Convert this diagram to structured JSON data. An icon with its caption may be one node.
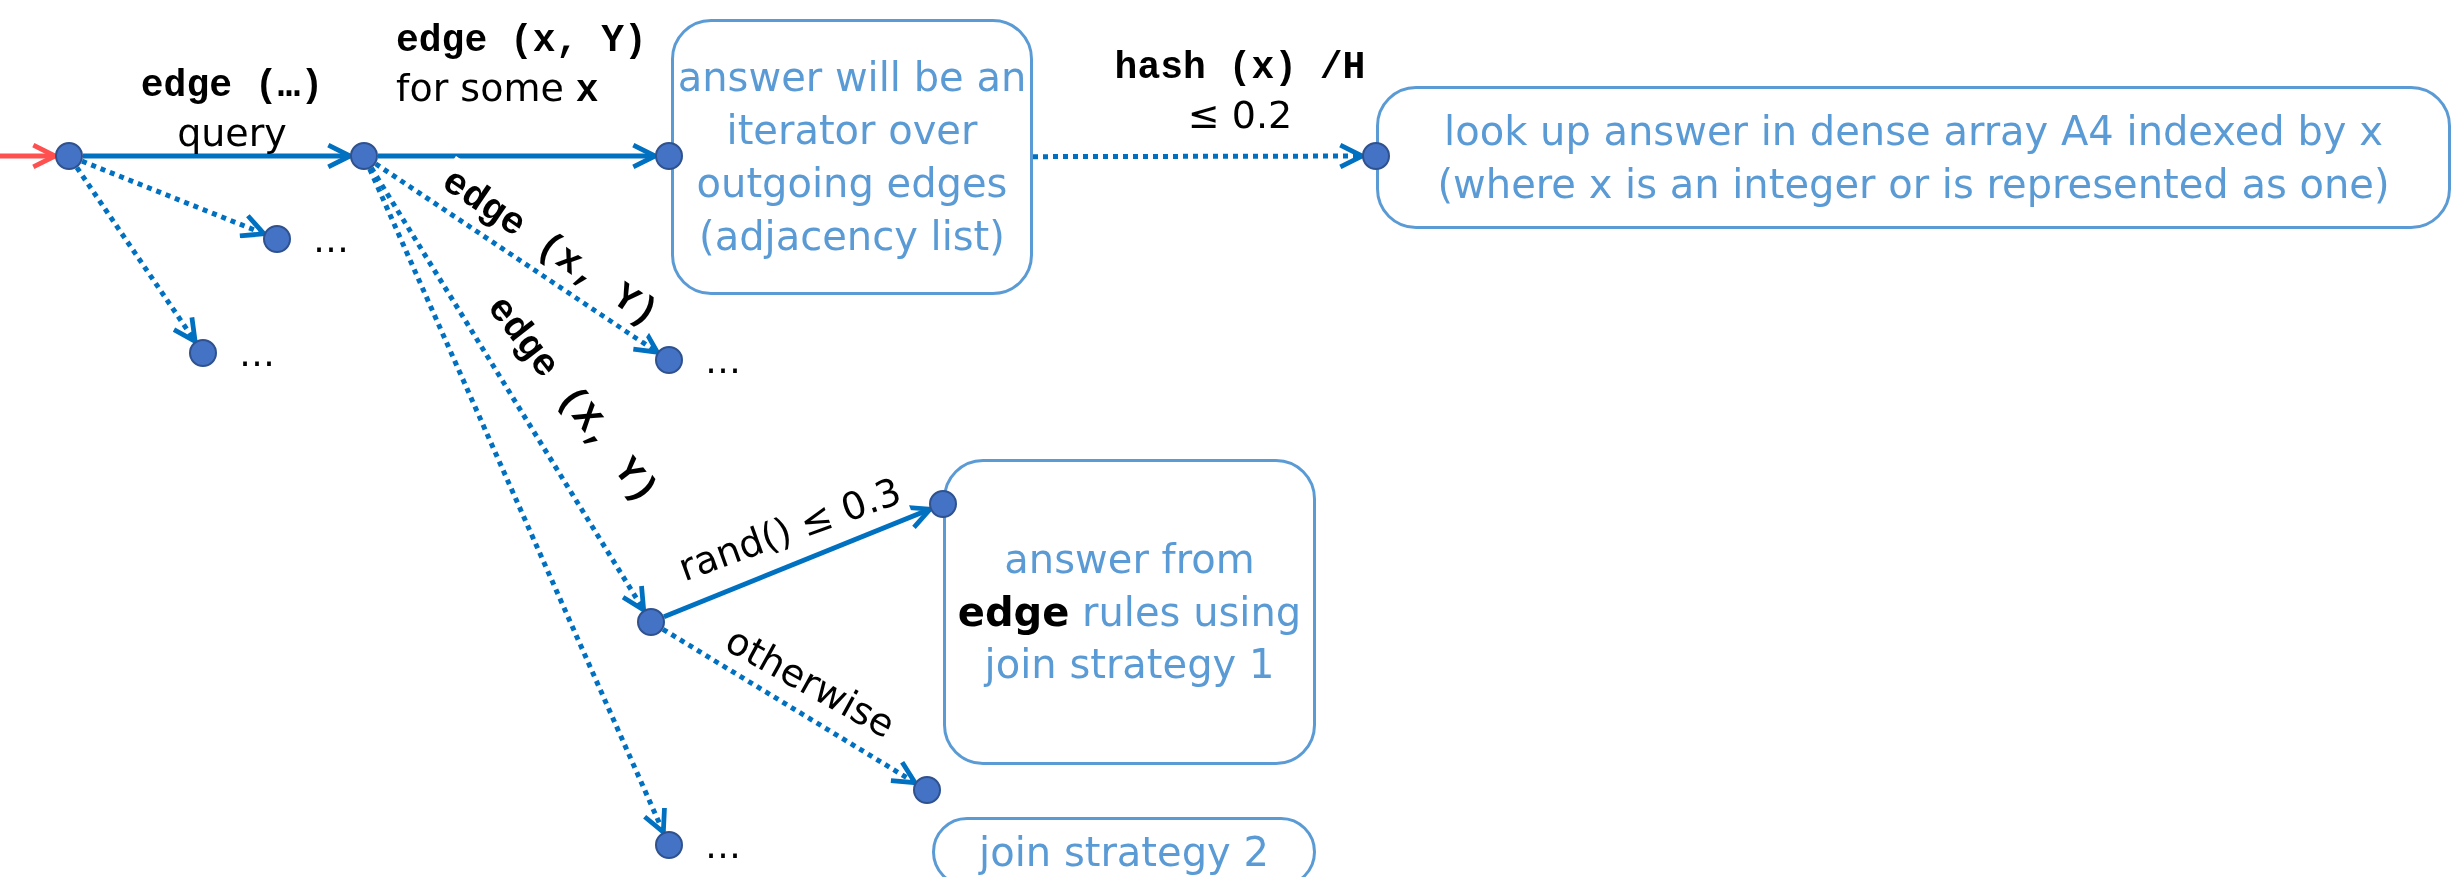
{
  "diagram": {
    "nodes": [
      {
        "text": [],
        "shape": "circle"
      },
      {
        "text": [],
        "shape": "circle"
      },
      {
        "text": [],
        "shape": "circle"
      },
      {
        "text": [
          "answer will be an iterator over outgoing edges (adjacency list)"
        ]
      },
      {
        "text": [],
        "shape": "circle"
      },
      {
        "text": [
          "look up answer in dense array A4 indexed by x (where x is an integer or is represented as one)"
        ]
      },
      {
        "text": [],
        "shape": "circle",
        "beside": [
          "…"
        ]
      },
      {
        "text": [],
        "shape": "circle",
        "beside": [
          "…"
        ]
      },
      {
        "text": [],
        "shape": "circle",
        "beside": [
          "…"
        ]
      },
      {
        "text": [],
        "shape": "circle"
      },
      {
        "text": [],
        "shape": "circle"
      },
      {
        "text": [
          "answer from **edge** rules using join strategy 1"
        ]
      },
      {
        "text": [],
        "shape": "circle"
      },
      {
        "text": [
          "join strategy 2"
        ]
      },
      {
        "text": [],
        "shape": "circle",
        "beside": [
          "…"
        ]
      }
    ],
    "edges": [
      {
        "from": null,
        "to": 0,
        "arrow": "to",
        "color": "#ff5050"
      },
      {
        "from": 0,
        "to": 1,
        "arrow": "to",
        "label": "**edge (…)** query"
      },
      {
        "from": 1,
        "to": 2,
        "arrow": "to",
        "label": "**edge (x, Y)** for some **x**"
      },
      {
        "from": 3,
        "to": 4,
        "arrow": "to",
        "style": "dashed",
        "label": "**hash (x) /H** ≤ 0.2"
      },
      {
        "from": 0,
        "to": 6,
        "arrow": "to",
        "style": "dashed"
      },
      {
        "from": 0,
        "to": 7,
        "arrow": "to",
        "style": "dashed"
      },
      {
        "from": 1,
        "to": 8,
        "arrow": "to",
        "style": "dashed",
        "label": "edge (x, Y)"
      },
      {
        "from": 1,
        "to": 9,
        "arrow": "to",
        "style": "dashed",
        "label": "edge (X, Y)"
      },
      {
        "from": 1,
        "to": 14,
        "arrow": "to",
        "style": "dashed"
      },
      {
        "from": 9,
        "to": 10,
        "arrow": "to",
        "label": "rand() ≤ 0.3"
      },
      {
        "from": 9,
        "to": 12,
        "arrow": "to",
        "style": "dashed",
        "label": "otherwise"
      }
    ]
  }
}
